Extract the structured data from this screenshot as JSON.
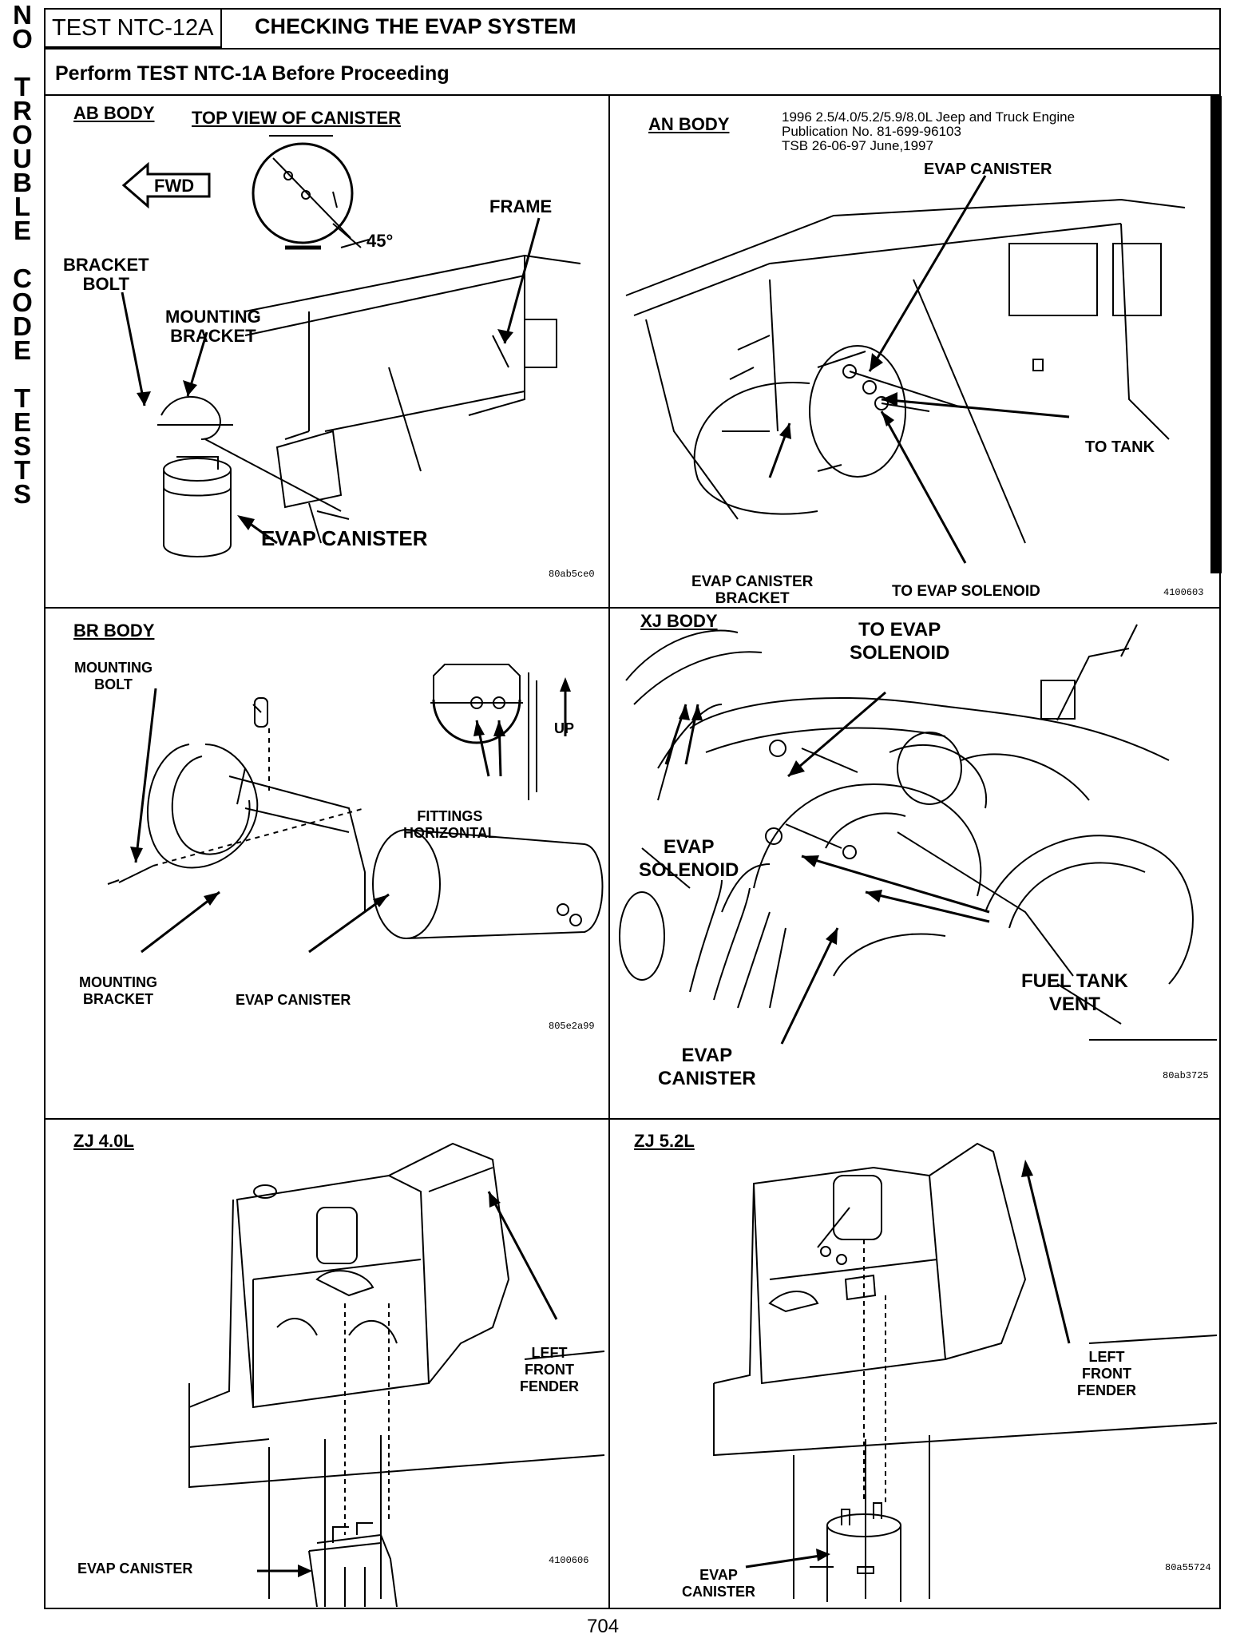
{
  "side_text": [
    "N",
    "O",
    "",
    "T",
    "R",
    "O",
    "U",
    "B",
    "L",
    "E",
    "",
    "C",
    "O",
    "D",
    "E",
    "",
    "T",
    "E",
    "S",
    "T",
    "S"
  ],
  "header": {
    "test_id": "TEST NTC-12A",
    "title": "CHECKING THE EVAP SYSTEM",
    "prerequisite": "Perform TEST NTC-1A Before Proceeding"
  },
  "panels": {
    "ab": {
      "body": "AB BODY",
      "view": "TOP VIEW OF CANISTER",
      "fwd": "FWD",
      "angle": "45°",
      "frame": "FRAME",
      "bracket_bolt": [
        "BRACKET",
        "BOLT"
      ],
      "mounting_bracket": [
        "MOUNTING",
        "BRACKET"
      ],
      "canister": "EVAP CANISTER",
      "ref": "80ab5ce0"
    },
    "an": {
      "body": "AN BODY",
      "note": [
        "1996 2.5/4.0/5.2/5.9/8.0L Jeep and Truck Engine",
        "Publication No. 81-699-96103",
        "TSB 26-06-97   June,1997"
      ],
      "canister": "EVAP CANISTER",
      "to_tank": "TO TANK",
      "bracket": [
        "EVAP CANISTER",
        "BRACKET"
      ],
      "to_solenoid": "TO EVAP SOLENOID",
      "ref": "4100603"
    },
    "br": {
      "body": "BR BODY",
      "mounting_bolt": [
        "MOUNTING",
        "BOLT"
      ],
      "up": "UP",
      "fittings": [
        "FITTINGS",
        "HORIZONTAL"
      ],
      "mounting_bracket": [
        "MOUNTING",
        "BRACKET"
      ],
      "canister": "EVAP CANISTER",
      "ref": "805e2a99"
    },
    "xj": {
      "body": "XJ BODY",
      "to_solenoid": [
        "TO EVAP",
        "SOLENOID"
      ],
      "solenoid": [
        "EVAP",
        "SOLENOID"
      ],
      "vent": [
        "FUEL TANK",
        "VENT"
      ],
      "canister": [
        "EVAP",
        "CANISTER"
      ],
      "ref": "80ab3725"
    },
    "zj40": {
      "body": "ZJ 4.0L",
      "fender": [
        "LEFT",
        "FRONT",
        "FENDER"
      ],
      "canister": "EVAP CANISTER",
      "ref": "4100606"
    },
    "zj52": {
      "body": "ZJ 5.2L",
      "fender": [
        "LEFT",
        "FRONT",
        "FENDER"
      ],
      "canister": [
        "EVAP",
        "CANISTER"
      ],
      "ref": "80a55724"
    }
  },
  "page_number": "704"
}
